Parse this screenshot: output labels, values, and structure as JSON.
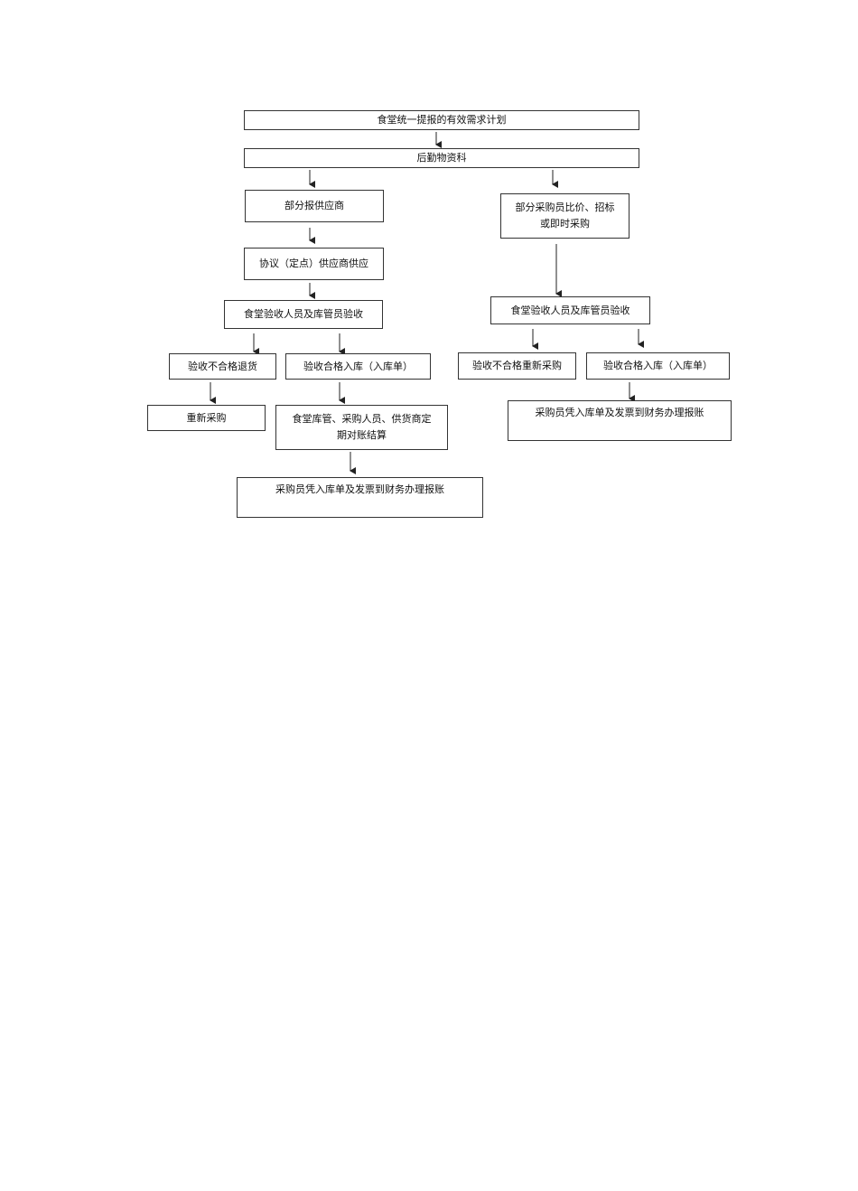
{
  "nodes": {
    "plan": "食堂统一提报的有效需求计划",
    "logistics": "后勤物资科",
    "left_supplier": "部分报供应商",
    "left_agreement": "协议（定点）供应商供应",
    "left_inspect": "食堂验收人员及库管员验收",
    "left_fail": "验收不合格退货",
    "left_pass": "验收合格入库（入库单）",
    "left_repurchase": "重新采购",
    "left_settle_line1": "食堂库管、采购人员、供货商定",
    "left_settle_line2": "期对账结算",
    "left_reimburse": "采购员凭入库单及发票到财务办理报账",
    "right_buyer_line1": "部分采购员比价、招标",
    "right_buyer_line2": "或即时采购",
    "right_inspect": "食堂验收人员及库管员验收",
    "right_fail": "验收不合格重新采购",
    "right_pass": "验收合格入库（入库单）",
    "right_reimburse": "采购员凭入库单及发票到财务办理报账"
  }
}
